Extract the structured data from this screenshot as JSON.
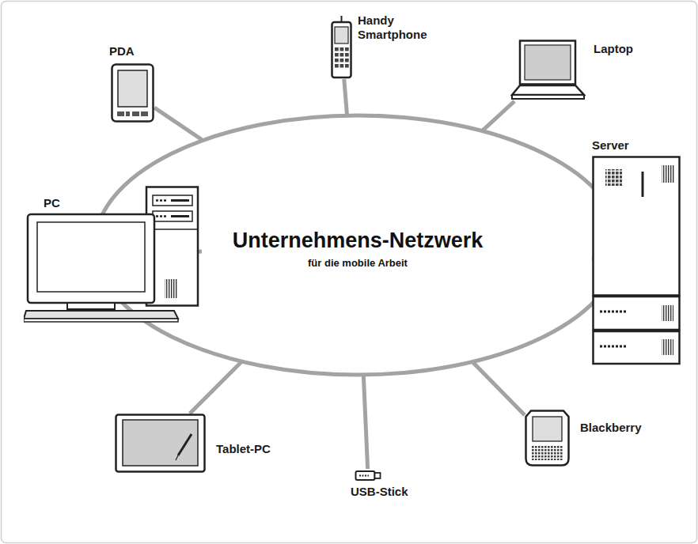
{
  "diagram": {
    "nodes": [
      {
        "text": [
          "Unternehmens-Netzwerk",
          "für die mobile Arbeit"
        ]
      },
      {
        "text": [
          "PDA"
        ]
      },
      {
        "text": [
          "Handy Smartphone"
        ]
      },
      {
        "text": [
          "Laptop"
        ]
      },
      {
        "text": [
          "PC"
        ]
      },
      {
        "text": [
          "Server"
        ]
      },
      {
        "text": [
          "Tablet-PC"
        ]
      },
      {
        "text": [
          "USB-Stick"
        ]
      },
      {
        "text": [
          "Blackberry"
        ]
      }
    ],
    "edges": [
      {
        "from": 1,
        "to": 0,
        "arrow": "none"
      },
      {
        "from": 2,
        "to": 0,
        "arrow": "none"
      },
      {
        "from": 3,
        "to": 0,
        "arrow": "none"
      },
      {
        "from": 4,
        "to": 0,
        "arrow": "none"
      },
      {
        "from": 5,
        "to": 0,
        "arrow": "none"
      },
      {
        "from": 6,
        "to": 0,
        "arrow": "none"
      },
      {
        "from": 7,
        "to": 0,
        "arrow": "none"
      },
      {
        "from": 8,
        "to": 0,
        "arrow": "none"
      }
    ]
  }
}
